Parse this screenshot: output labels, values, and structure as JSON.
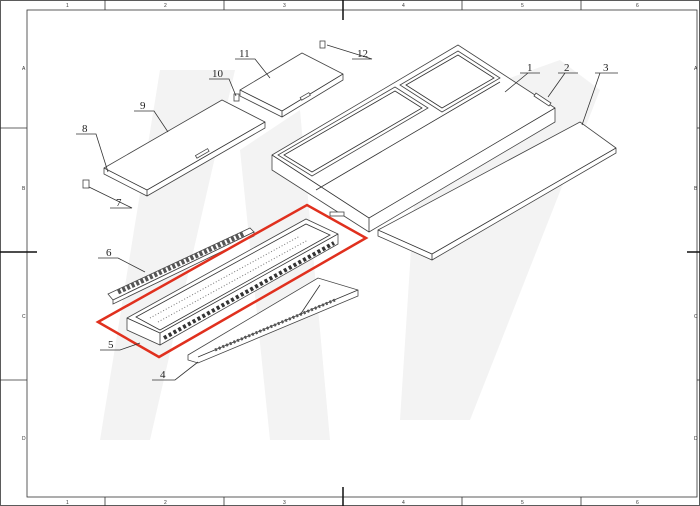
{
  "drawing": {
    "column_markers": [
      "1",
      "2",
      "3",
      "4",
      "5",
      "6"
    ],
    "row_markers": [
      "A",
      "B",
      "C",
      "D"
    ],
    "highlight_color": "#e0301e",
    "watermark_color": "#f2f2f2"
  },
  "callouts": [
    {
      "id": "1",
      "label": "1"
    },
    {
      "id": "2",
      "label": "2"
    },
    {
      "id": "3",
      "label": "3"
    },
    {
      "id": "4",
      "label": "4"
    },
    {
      "id": "5",
      "label": "5"
    },
    {
      "id": "6",
      "label": "6"
    },
    {
      "id": "7",
      "label": "7"
    },
    {
      "id": "8",
      "label": "8"
    },
    {
      "id": "9",
      "label": "9"
    },
    {
      "id": "10",
      "label": "10"
    },
    {
      "id": "11",
      "label": "11"
    },
    {
      "id": "12",
      "label": "12"
    }
  ]
}
